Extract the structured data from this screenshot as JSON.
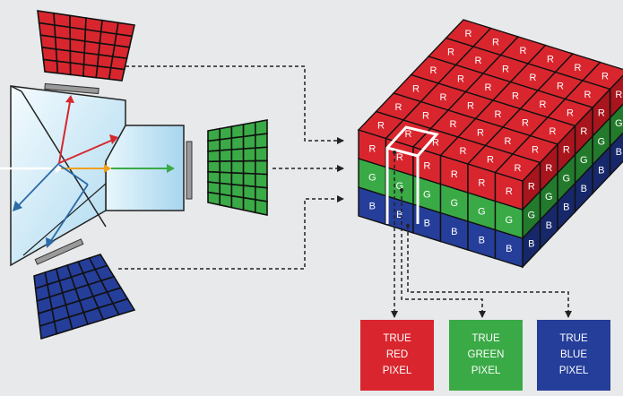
{
  "colors": {
    "background": "#e8e9eb",
    "red": "#d9262e",
    "red_dark": "#a8151d",
    "green": "#3aaa46",
    "green_dark": "#237a2c",
    "blue": "#253e9a",
    "blue_dark": "#17286a",
    "prism_light": "#bfe3f5",
    "prism_white": "#f4fbfe",
    "ray_red": "#d7262d",
    "ray_green": "#3aaa46",
    "ray_blue": "#2d6aa6",
    "ray_orange": "#f0a020"
  },
  "cube": {
    "red_letter": "R",
    "green_letter": "G",
    "blue_letter": "B"
  },
  "output_boxes": [
    {
      "line1": "TRUE",
      "line2": "RED",
      "line3": "PIXEL"
    },
    {
      "line1": "TRUE",
      "line2": "GREEN",
      "line3": "PIXEL"
    },
    {
      "line1": "TRUE",
      "line2": "BLUE",
      "line3": "PIXEL"
    }
  ]
}
